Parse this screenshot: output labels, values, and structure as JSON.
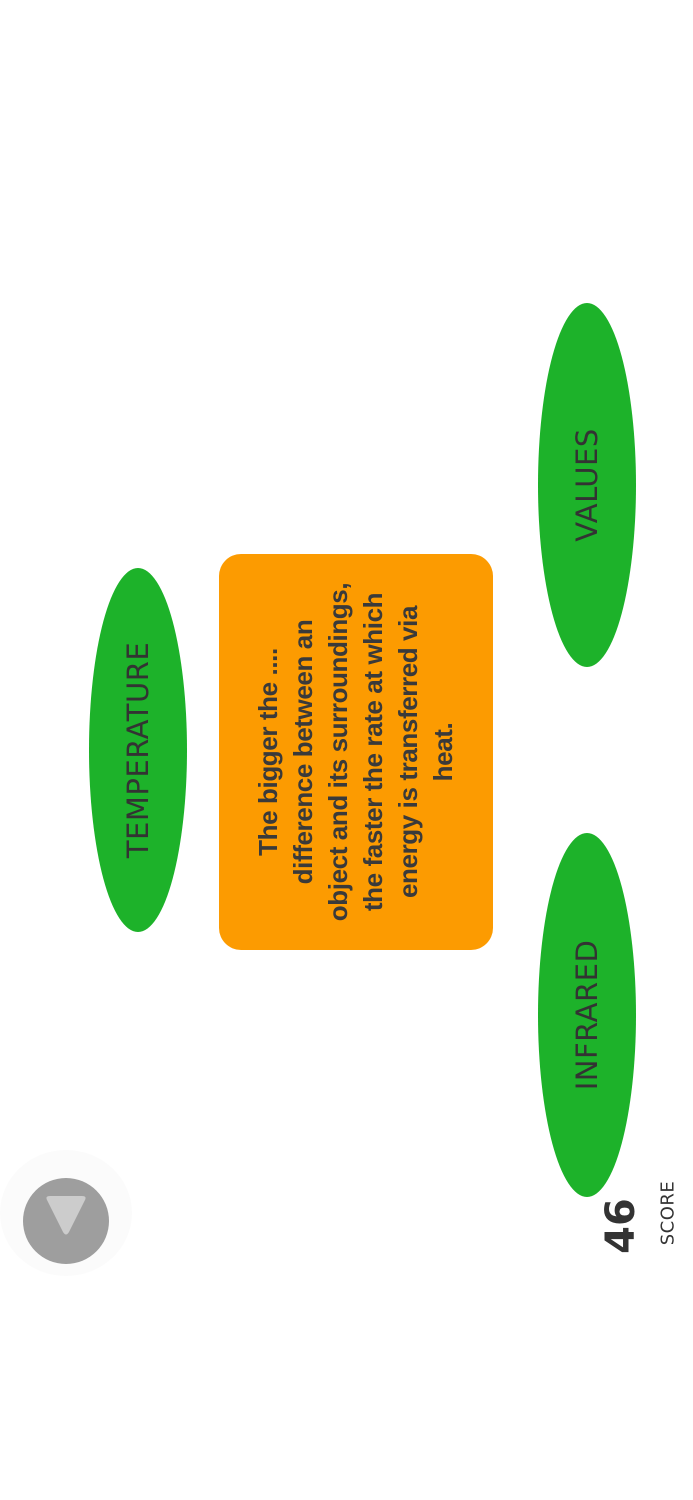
{
  "question": {
    "lines": [
      "The bigger the ....",
      "difference between an",
      "object and its surroundings,",
      "the faster the rate at which",
      "energy is transferred via",
      "heat."
    ]
  },
  "answers": [
    {
      "label": "TEMPERATURE"
    },
    {
      "label": "VALUES"
    },
    {
      "label": "INFRARED"
    }
  ],
  "score": {
    "value": "46",
    "label": "SCORE"
  },
  "controls": {
    "down_button_icon": "triangle-down-icon"
  },
  "colors": {
    "answer_green": "#1db22a",
    "card_orange": "#fc9b01",
    "text_dark": "#333333",
    "button_gray": "#9e9e9e",
    "button_icon_gray": "#cccccc"
  }
}
